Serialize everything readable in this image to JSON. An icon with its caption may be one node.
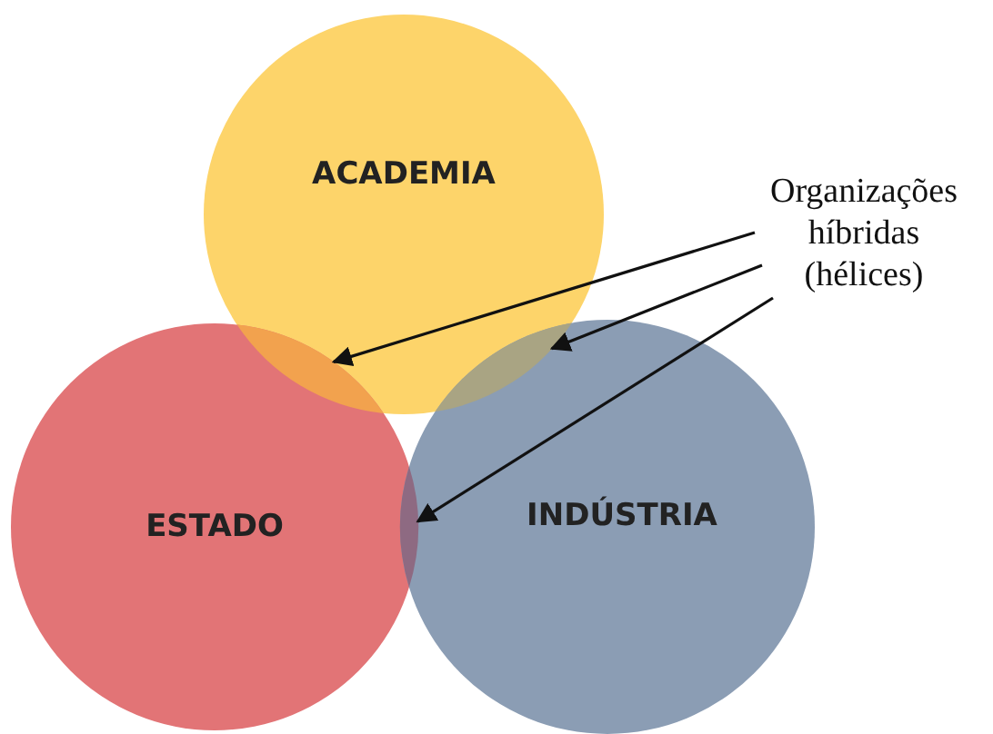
{
  "diagram": {
    "nodes": [
      {
        "text": [
          "ACADEMIA"
        ]
      },
      {
        "text": [
          "ESTADO"
        ]
      },
      {
        "text": [
          "INDÚSTRIA"
        ]
      },
      {
        "text": [
          "Organizações híbridas (hélices)"
        ]
      },
      {
        "text": [],
        "shape": "lens"
      },
      {
        "text": [],
        "shape": "lens"
      },
      {
        "text": [],
        "shape": "lens"
      }
    ],
    "edges": [
      {
        "from": 3,
        "to": 4,
        "arrow": "to"
      },
      {
        "from": 3,
        "to": 5,
        "arrow": "to"
      },
      {
        "from": 3,
        "to": 6,
        "arrow": "to"
      }
    ]
  }
}
